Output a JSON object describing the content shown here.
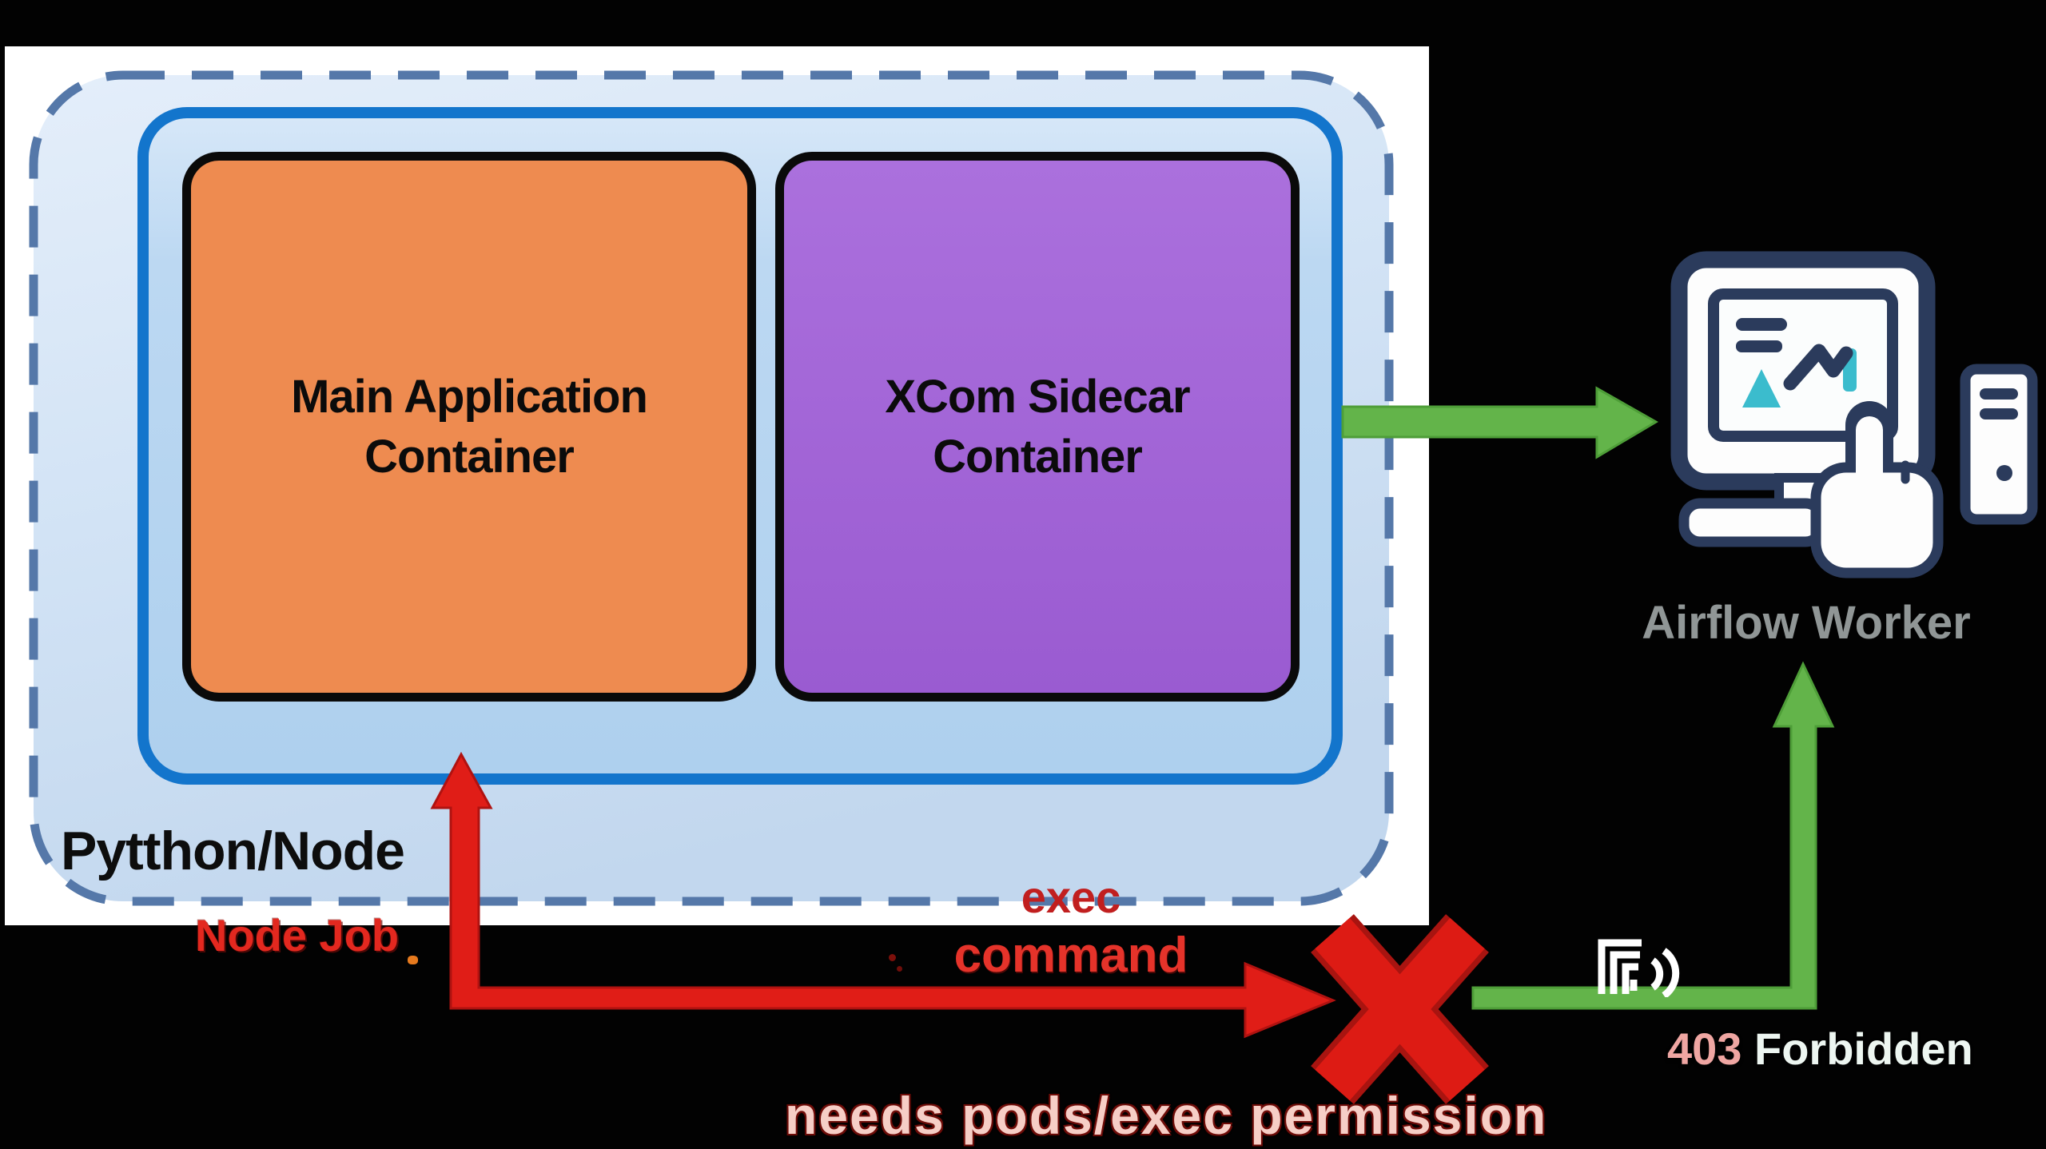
{
  "colors": {
    "background": "#020202",
    "panel": "#ffffff",
    "boundary_dash": "#5578a9",
    "boundary_fill_top": "#e4eefa",
    "boundary_fill_bottom": "#c2d7ee",
    "pod_border": "#1375cc",
    "pod_fill": "#b9d6f1",
    "main_container_fill": "#ee8b50",
    "sidecar_container_fill": "#a268d6",
    "green_arrow": "#63b44a",
    "green_arrow_edge": "#4e9e38",
    "red_arrow": "#e01d17",
    "red_arrow_edge": "#b01210",
    "blocked_x": "#dd1b14",
    "blocked_x_edge": "#a81410",
    "icon_navy": "#2b3b5c",
    "icon_teal": "#3bbccd",
    "icon_white": "#fdfdfd"
  },
  "pod": {
    "host_label": "Pytthon/Node",
    "main_container_label": "Main Application Container",
    "sidecar_container_label": "XCom Sidecar Container"
  },
  "worker": {
    "label": "Airflow Worker"
  },
  "annotations": {
    "node_job": "Node Job",
    "exec_line1": "exec",
    "exec_line2": "command",
    "permission": "needs pods/exec permission",
    "forbidden_code": "403",
    "forbidden_label": "Forbidden"
  }
}
